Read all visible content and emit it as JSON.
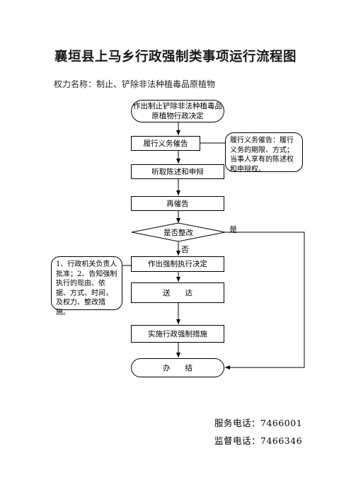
{
  "title": "襄垣县上马乡行政强制类事项运行流程图",
  "power_name": "权力名称：制止、铲除非法种植毒品原植物",
  "nodes": {
    "start": "作出制止铲除非法种植毒品原植物行政决定",
    "fulfill": "履行义务催告",
    "hear": "听取陈述和申辩",
    "remind": "再催告",
    "decision": "是否整改",
    "enforce_decision": "作出强制执行决定",
    "deliver": "送　　达",
    "implement": "实施行政强制措施",
    "end": "办　　结"
  },
  "branch_labels": {
    "yes": "是",
    "no": "否"
  },
  "notes": {
    "right": "履行义务催告：履行义务的期限、方式；当事人享有的陈述权和申辩权。",
    "left": "1、行政机关负责人批准；2、告知强制执行的现由、依据、方式、时间，及权力、整改措施。"
  },
  "contacts": {
    "service": "服务电话：7466001",
    "supervise": "监督电话：7466346"
  }
}
